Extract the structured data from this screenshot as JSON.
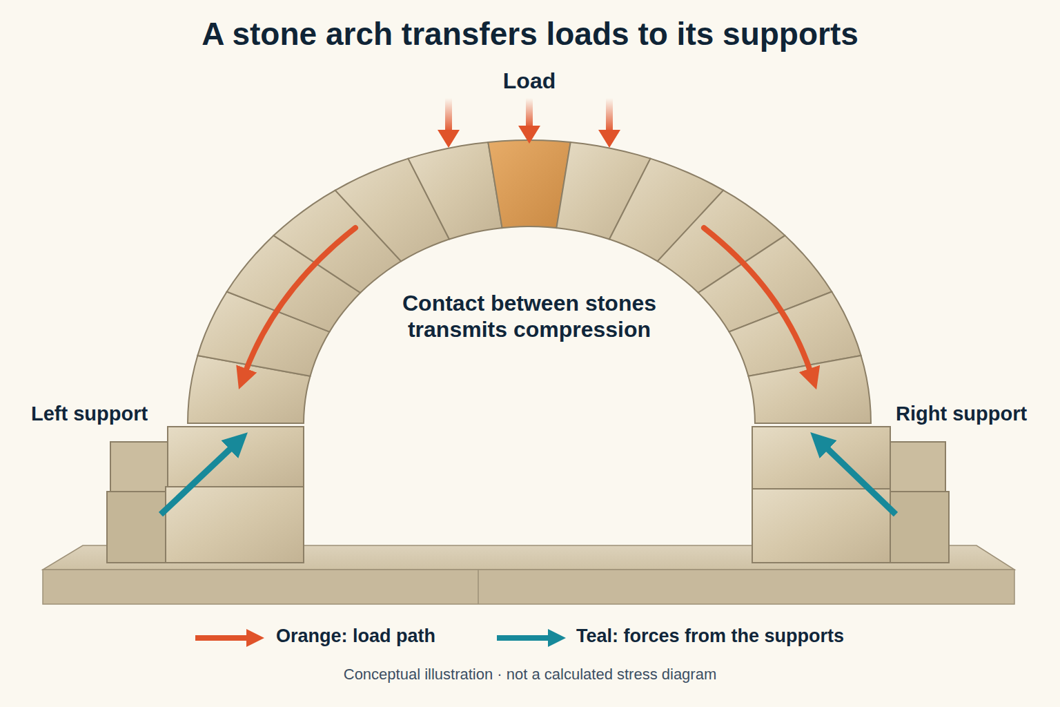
{
  "diagram": {
    "title": "A stone arch transfers loads to its supports",
    "caption": "Conceptual illustration · not a calculated stress diagram",
    "nodes": [
      {
        "text": [
          "Left support"
        ]
      },
      {
        "text": [
          "Right support"
        ]
      }
    ],
    "labels": [
      "Load",
      "Contact between stones transmits compression"
    ],
    "legend": [
      {
        "text": "Orange: load path",
        "color": "#e0532a"
      },
      {
        "text": "Teal: forces from the supports",
        "color": "#17899a"
      }
    ]
  }
}
